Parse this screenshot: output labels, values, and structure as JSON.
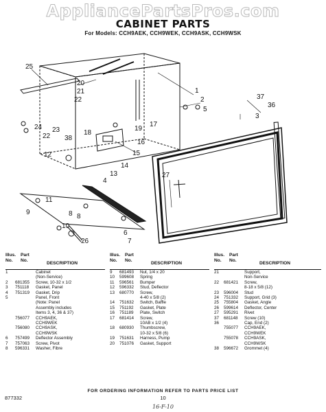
{
  "watermark": "AppliancePartsPros.com",
  "title": "CABINET PARTS",
  "models_line": "For Models: CCH9AEK, CCH9WEK, CCH9ASK, CCH9WSK",
  "diagram": {
    "callouts": [
      "25",
      "20",
      "21",
      "22",
      "1",
      "2",
      "5",
      "37",
      "36",
      "3",
      "24",
      "23",
      "22",
      "38",
      "12",
      "18",
      "19",
      "17",
      "16",
      "15",
      "14",
      "13",
      "4",
      "27",
      "11",
      "9",
      "10",
      "26",
      "6",
      "7",
      "8"
    ]
  },
  "table_headers": {
    "illus": "Illus.",
    "no": "No.",
    "part": "Part",
    "description": "DESCRIPTION"
  },
  "parts_col1": [
    {
      "illus": "1",
      "part": "",
      "desc": "Cabinet"
    },
    {
      "illus": "",
      "part": "",
      "desc": "(Non-Service)"
    },
    {
      "illus": "2",
      "part": "681355",
      "desc": "Screw, 10-32 x 1/2"
    },
    {
      "illus": "3",
      "part": "751118",
      "desc": "Gasket, Panel"
    },
    {
      "illus": "4",
      "part": "751319",
      "desc": "Gasket, Drip"
    },
    {
      "illus": "5",
      "part": "",
      "desc": "Panel, Front"
    },
    {
      "illus": "",
      "part": "",
      "desc": "(Note: Panel"
    },
    {
      "illus": "",
      "part": "",
      "desc": "Assembly includes"
    },
    {
      "illus": "",
      "part": "",
      "desc": "Items 3, 4, 36 & 37)"
    },
    {
      "illus": "",
      "part": "756077",
      "desc": "CCH9AEK,"
    },
    {
      "illus": "",
      "part": "",
      "desc": "CCH9WEK"
    },
    {
      "illus": "",
      "part": "756080",
      "desc": "CCH9ASK,"
    },
    {
      "illus": "",
      "part": "",
      "desc": "CCH9WSK"
    },
    {
      "illus": "6",
      "part": "757499",
      "desc": "Deflector Assembly"
    },
    {
      "illus": "7",
      "part": "757063",
      "desc": "Screw, Pivot"
    },
    {
      "illus": "8",
      "part": "596331",
      "desc": "Washer, Fibre"
    }
  ],
  "parts_col2": [
    {
      "illus": "9",
      "part": "681493",
      "desc": "Nut, 1/4 x 20"
    },
    {
      "illus": "10",
      "part": "599608",
      "desc": "Spring"
    },
    {
      "illus": "11",
      "part": "596561",
      "desc": "Bumper"
    },
    {
      "illus": "12",
      "part": "596332",
      "desc": "Stud, Deflector"
    },
    {
      "illus": "13",
      "part": "680770",
      "desc": "Screw,"
    },
    {
      "illus": "",
      "part": "",
      "desc": "4-40 x 5/8 (2)"
    },
    {
      "illus": "14",
      "part": "751632",
      "desc": "Switch, Baffle"
    },
    {
      "illus": "15",
      "part": "751192",
      "desc": "Gasket, Plate"
    },
    {
      "illus": "16",
      "part": "751189",
      "desc": "Plate, Switch"
    },
    {
      "illus": "17",
      "part": "681414",
      "desc": "Screw,"
    },
    {
      "illus": "",
      "part": "",
      "desc": "10AB x 1/2 (4)"
    },
    {
      "illus": "18",
      "part": "680930",
      "desc": "Thumbscrew,"
    },
    {
      "illus": "",
      "part": "",
      "desc": "10-32 x 5/8 (6)"
    },
    {
      "illus": "19",
      "part": "751631",
      "desc": "Harness, Pump"
    },
    {
      "illus": "20",
      "part": "751076",
      "desc": "Gasket, Support"
    }
  ],
  "parts_col3": [
    {
      "illus": "21",
      "part": "",
      "desc": "Support,"
    },
    {
      "illus": "",
      "part": "",
      "desc": "Non-Service"
    },
    {
      "illus": "22",
      "part": "681421",
      "desc": "Screw,"
    },
    {
      "illus": "",
      "part": "",
      "desc": "8-18 x 5/8 (12)"
    },
    {
      "illus": "23",
      "part": "596004",
      "desc": "Stud"
    },
    {
      "illus": "24",
      "part": "751332",
      "desc": "Support, Grid (3)"
    },
    {
      "illus": "25",
      "part": "755804",
      "desc": "Gasket, Angle"
    },
    {
      "illus": "26",
      "part": "599614",
      "desc": "Deflector, Center"
    },
    {
      "illus": "27",
      "part": "595291",
      "desc": "Rivet"
    },
    {
      "illus": "37",
      "part": "681148",
      "desc": "Screw (10)"
    },
    {
      "illus": "36",
      "part": "",
      "desc": "Cap, End (2)"
    },
    {
      "illus": "",
      "part": "755077",
      "desc": "CCH9AEK,"
    },
    {
      "illus": "",
      "part": "",
      "desc": "CCH9WEK"
    },
    {
      "illus": "",
      "part": "755078",
      "desc": "CCH9ASK,"
    },
    {
      "illus": "",
      "part": "",
      "desc": "CCH9WSK"
    },
    {
      "illus": "38",
      "part": "596672",
      "desc": "Grommet (4)"
    }
  ],
  "footer_note": "FOR ORDERING INFORMATION REFER TO PARTS PRICE LIST",
  "doc_number": "877332",
  "page_number": "10",
  "hand_note": "16-F-10"
}
